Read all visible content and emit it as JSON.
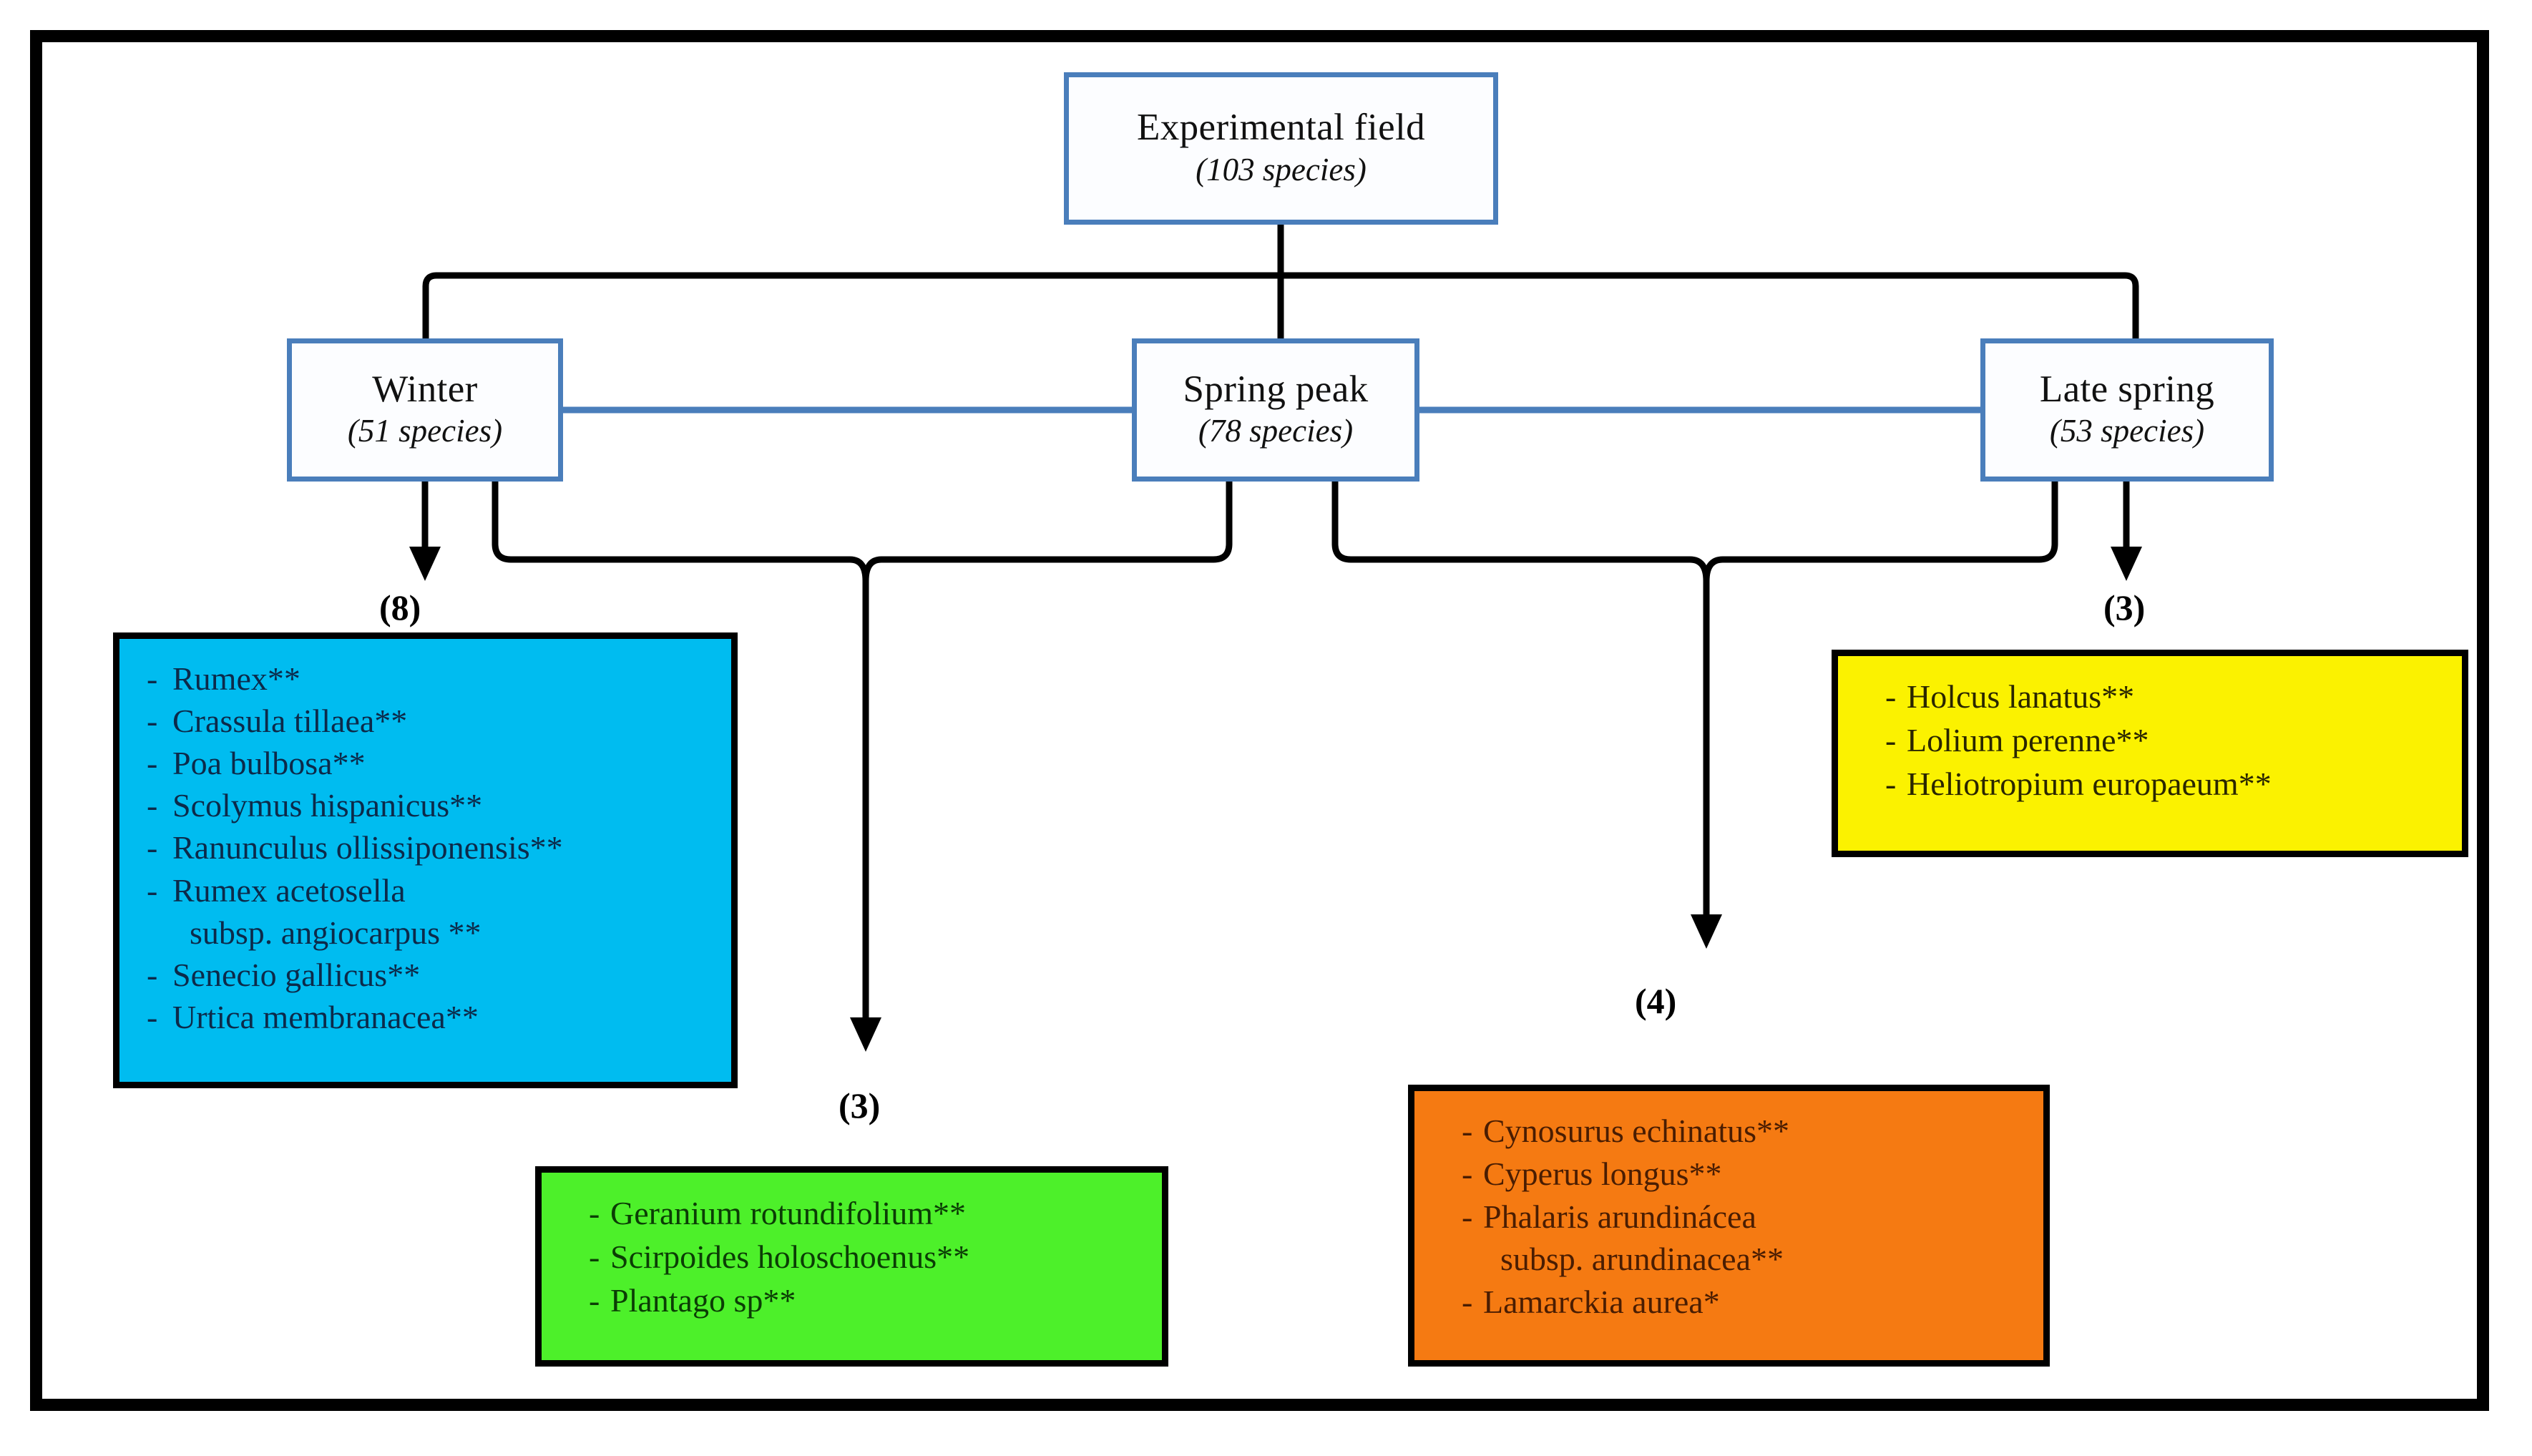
{
  "diagram": {
    "title_node": {
      "label": "Experimental field",
      "count": "(103 species)"
    },
    "season_nodes": [
      {
        "label": "Winter",
        "count": "(51 species)"
      },
      {
        "label": "Spring peak",
        "count": "(78 species)"
      },
      {
        "label": "Late spring",
        "count": "(53 species)"
      }
    ],
    "edge_counts": {
      "winter_only": "(8)",
      "winter_spring_shared": "(3)",
      "spring_late_shared": "(4)",
      "late_only": "(3)"
    },
    "groups": {
      "winter_exclusive": {
        "color": "#00BCF0",
        "text_color": "#0C2A4A",
        "items": [
          {
            "bullet": "-",
            "name": "Rumex**"
          },
          {
            "bullet": "-",
            "name": "Crassula tillaea**"
          },
          {
            "bullet": "-",
            "name": "Poa bulbosa**"
          },
          {
            "bullet": "-",
            "name": "Scolymus hispanicus**"
          },
          {
            "bullet": "-",
            "name": "Ranunculus ollissiponensis**"
          },
          {
            "bullet": "-",
            "name": "Rumex acetosella"
          },
          {
            "bullet": "",
            "name": "subsp. angiocarpus **"
          },
          {
            "bullet": "-",
            "name": "Senecio gallicus**"
          },
          {
            "bullet": "-",
            "name": "Urtica membranacea**"
          }
        ]
      },
      "winter_spring_shared": {
        "color": "#4DF02A",
        "text_color": "#0B3D05",
        "items": [
          {
            "bullet": "-",
            "name": "Geranium rotundifolium**"
          },
          {
            "bullet": "-",
            "name": "Scirpoides holoschoenus**"
          },
          {
            "bullet": "-",
            "name": "Plantago sp**"
          }
        ]
      },
      "spring_late_shared": {
        "color": "#F57A12",
        "text_color": "#4A1D02",
        "items": [
          {
            "bullet": "-",
            "name": "Cynosurus echinatus**"
          },
          {
            "bullet": "-",
            "name": "Cyperus longus**"
          },
          {
            "bullet": "-",
            "name": "Phalaris arundinácea"
          },
          {
            "bullet": "",
            "name": "subsp. arundinacea**"
          },
          {
            "bullet": "-",
            "name": "Lamarckia aurea*"
          }
        ]
      },
      "late_exclusive": {
        "color": "#FBF200",
        "text_color": "#2A2600",
        "items": [
          {
            "bullet": "-",
            "name": "Holcus lanatus**"
          },
          {
            "bullet": "-",
            "name": "Lolium perenne**"
          },
          {
            "bullet": "-",
            "name": "Heliotropium europaeum**"
          }
        ]
      }
    },
    "colors": {
      "node_border": "#4A7EBB",
      "connector_blue": "#4A7EBB",
      "connector_black": "#000000",
      "frame": "#000000"
    }
  }
}
